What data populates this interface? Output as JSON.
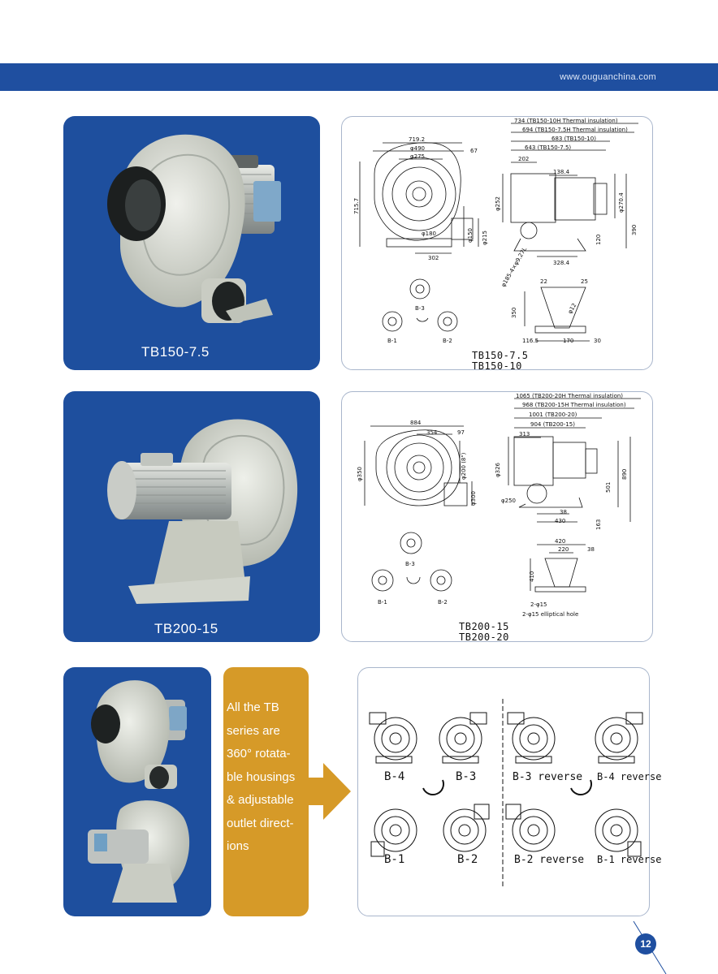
{
  "header": {
    "url": "www.ouguanchina.com"
  },
  "section1": {
    "photo_caption": "TB150-7.5",
    "models": [
      "TB150-7.5",
      "TB150-10"
    ],
    "dims": {
      "d734": "734 (TB150-10H Thermal insulation)",
      "d694": "694 (TB150-7.5H Thermal insulation)",
      "d683": "683 (TB150-10)",
      "d643": "643 (TB150-7.5)",
      "d719": "719.2",
      "d490": "φ490",
      "d275": "φ275",
      "d67": "67",
      "d715": "715.7",
      "d150": "φ150",
      "d215": "φ215",
      "d302": "302",
      "d202": "202",
      "d138": "138.4",
      "d252": "φ252",
      "d270": "φ270.4",
      "d390": "390",
      "d120": "120",
      "d328": "328.4",
      "d185": "φ185-4×φ9.27L",
      "d22": "22",
      "d25": "25",
      "d350": "350",
      "d12": "φ12",
      "d116": "116.5",
      "d170": "170",
      "d30": "30",
      "d180": "φ180"
    },
    "orientations": [
      "B-3",
      "B-1",
      "B-2"
    ]
  },
  "section2": {
    "photo_caption": "TB200-15",
    "models": [
      "TB200-15",
      "TB200-20"
    ],
    "dims": {
      "d1065": "1065 (TB200-20H Thermal insulation)",
      "d968": "968 (TB200-15H Thermal insulation)",
      "d1001": "1001 (TB200-20)",
      "d904": "904 (TB200-15)",
      "d884": "884",
      "d354": "354",
      "d97": "97",
      "d350": "φ350",
      "d200": "φ200 (8\")",
      "d300": "φ300",
      "d313": "313",
      "d326": "φ326",
      "d250": "φ250",
      "d38": "38",
      "d430": "430",
      "d501": "501",
      "d890": "890",
      "d163": "163",
      "d420": "420",
      "d220": "220",
      "d38b": "38",
      "d410": "410",
      "h1": "2-φ15",
      "h2": "2-φ15 elliptical hole"
    },
    "orientations": [
      "B-3",
      "B-1",
      "B-2"
    ]
  },
  "section3": {
    "text_lines": [
      "All the TB",
      "series are",
      "360° rotata-",
      "ble housings",
      "& adjustable",
      "outlet direct-",
      "ions"
    ],
    "orientations": [
      "B-4",
      "B-3",
      "B-3 reverse",
      "B-4 reverse",
      "B-1",
      "B-2",
      "B-2 reverse",
      "B-1 reverse"
    ]
  },
  "page_number": "12",
  "colors": {
    "brand_blue": "#1f4fa0",
    "panel_blue": "#1e4f9e",
    "accent_orange": "#d69a28",
    "fan_grey": "#d9dcd3"
  }
}
